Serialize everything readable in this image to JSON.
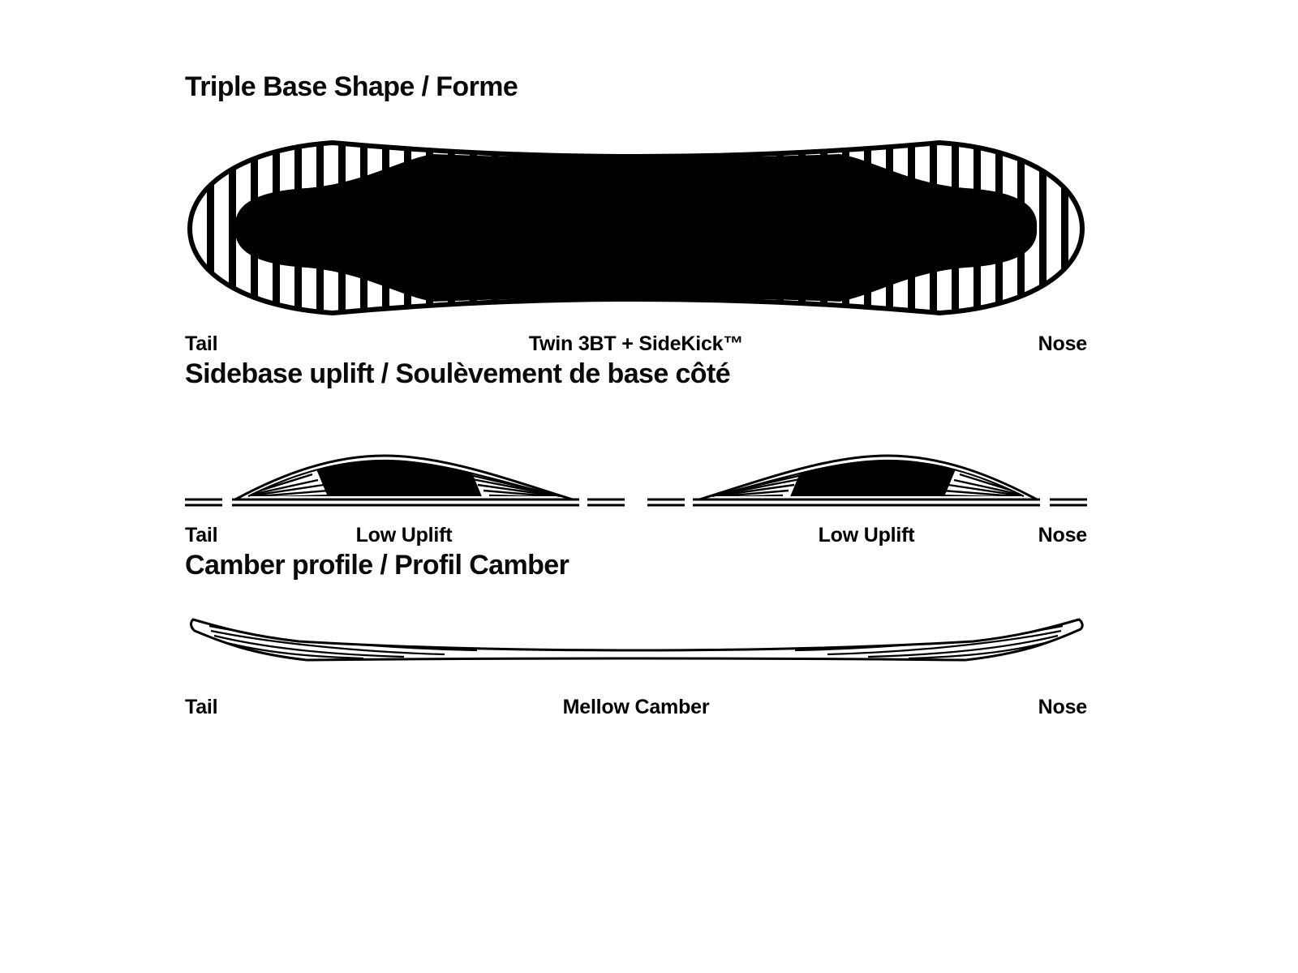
{
  "page": {
    "background": "#ffffff",
    "ink": "#000000"
  },
  "sections": {
    "base_shape": {
      "title": "Triple Base Shape / Forme",
      "labels": {
        "left": "Tail",
        "center": "Twin 3BT + SideKick™",
        "right": "Nose"
      }
    },
    "uplift": {
      "title": "Sidebase uplift / Soulèvement de base côté",
      "labels": {
        "left": "Tail",
        "center_left": "Low Uplift",
        "center_right": "Low Uplift",
        "right": "Nose"
      }
    },
    "camber": {
      "title": "Camber profile / Profil Camber",
      "labels": {
        "left": "Tail",
        "center": "Mellow Camber",
        "right": "Nose"
      }
    }
  },
  "figures": {
    "base_shape": "snowboard-top-view",
    "uplift_left": "sidebase-uplift-profile-tail",
    "uplift_right": "sidebase-uplift-profile-nose",
    "camber": "camber-side-profile"
  }
}
